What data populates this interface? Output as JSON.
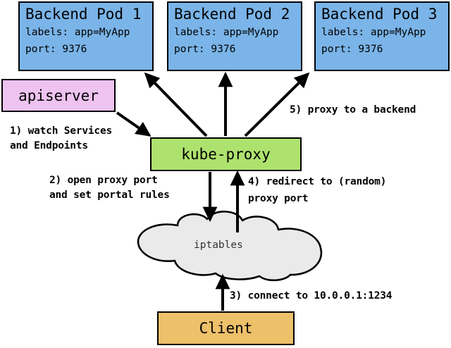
{
  "diagram": {
    "title": "kube-proxy service proxy flow",
    "colors": {
      "pod_fill": "#7ab4e8",
      "apiserver_fill": "#eec3f0",
      "kubeproxy_fill": "#aee26e",
      "client_fill": "#edc06a",
      "cloud_fill": "#eaeaea",
      "stroke": "#000000",
      "background": "#ffffff"
    },
    "pods": [
      {
        "title": "Backend Pod 1",
        "labels_line": "labels: app=MyApp",
        "port_line": "port: 9376"
      },
      {
        "title": "Backend Pod 2",
        "labels_line": "labels: app=MyApp",
        "port_line": "port: 9376"
      },
      {
        "title": "Backend Pod 3",
        "labels_line": "labels: app=MyApp",
        "port_line": "port: 9376"
      }
    ],
    "apiserver": {
      "label": "apiserver"
    },
    "kubeproxy": {
      "label": "kube-proxy"
    },
    "iptables": {
      "label": "iptables"
    },
    "client": {
      "label": "Client"
    },
    "steps": [
      {
        "id": "step-1",
        "line1": "1) watch Services",
        "line2": "and Endpoints"
      },
      {
        "id": "step-2",
        "line1": "2) open proxy port",
        "line2": "and set portal rules"
      },
      {
        "id": "step-3",
        "line1": "3) connect to 10.0.0.1:1234",
        "line2": ""
      },
      {
        "id": "step-4",
        "line1": "4) redirect to (random)",
        "line2": "proxy port"
      },
      {
        "id": "step-5",
        "line1": "5) proxy to a backend",
        "line2": ""
      }
    ]
  }
}
